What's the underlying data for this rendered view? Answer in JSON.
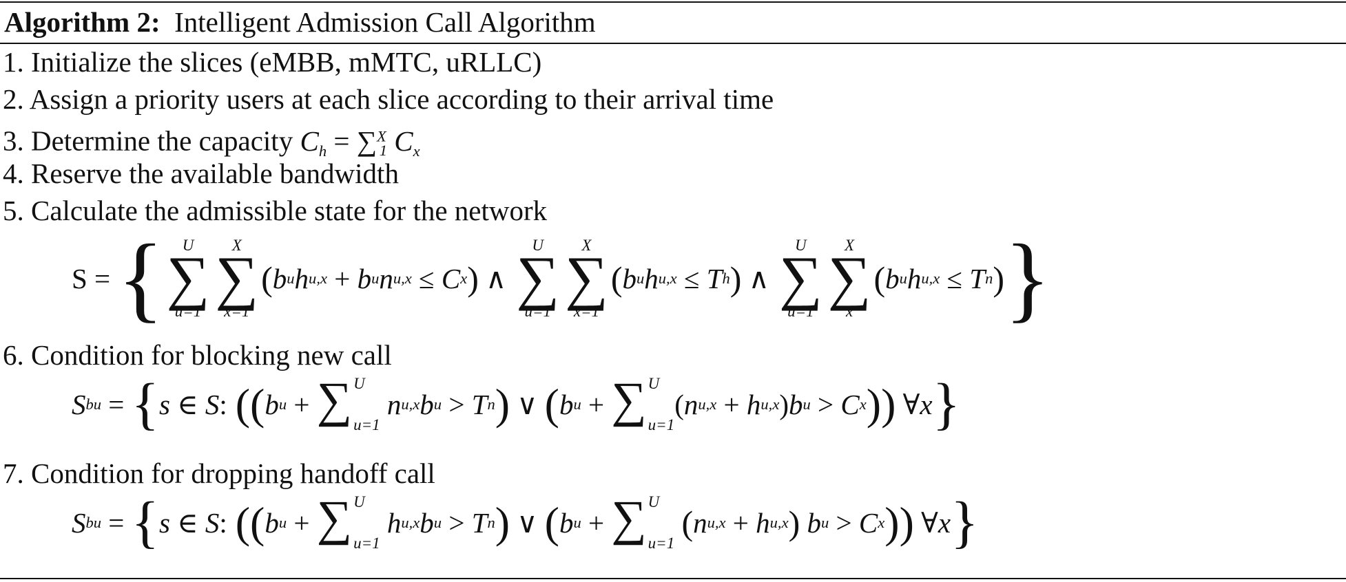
{
  "algorithm": {
    "label": "Algorithm 2:",
    "title": "Intelligent Admission Call Algorithm"
  },
  "steps": [
    {
      "text": "1. Initialize the slices (eMBB, mMTC, uRLLC)"
    },
    {
      "text": "2. Assign a priority users at each slice according to their arrival time"
    },
    {
      "text": "3. Determine the capacity"
    },
    {
      "text": "4. Reserve the available bandwidth"
    },
    {
      "text": "5. Calculate the admissible state for the network"
    },
    {
      "text": "6. Condition for blocking new call"
    },
    {
      "text": "7. Condition for dropping handoff call"
    }
  ]
}
